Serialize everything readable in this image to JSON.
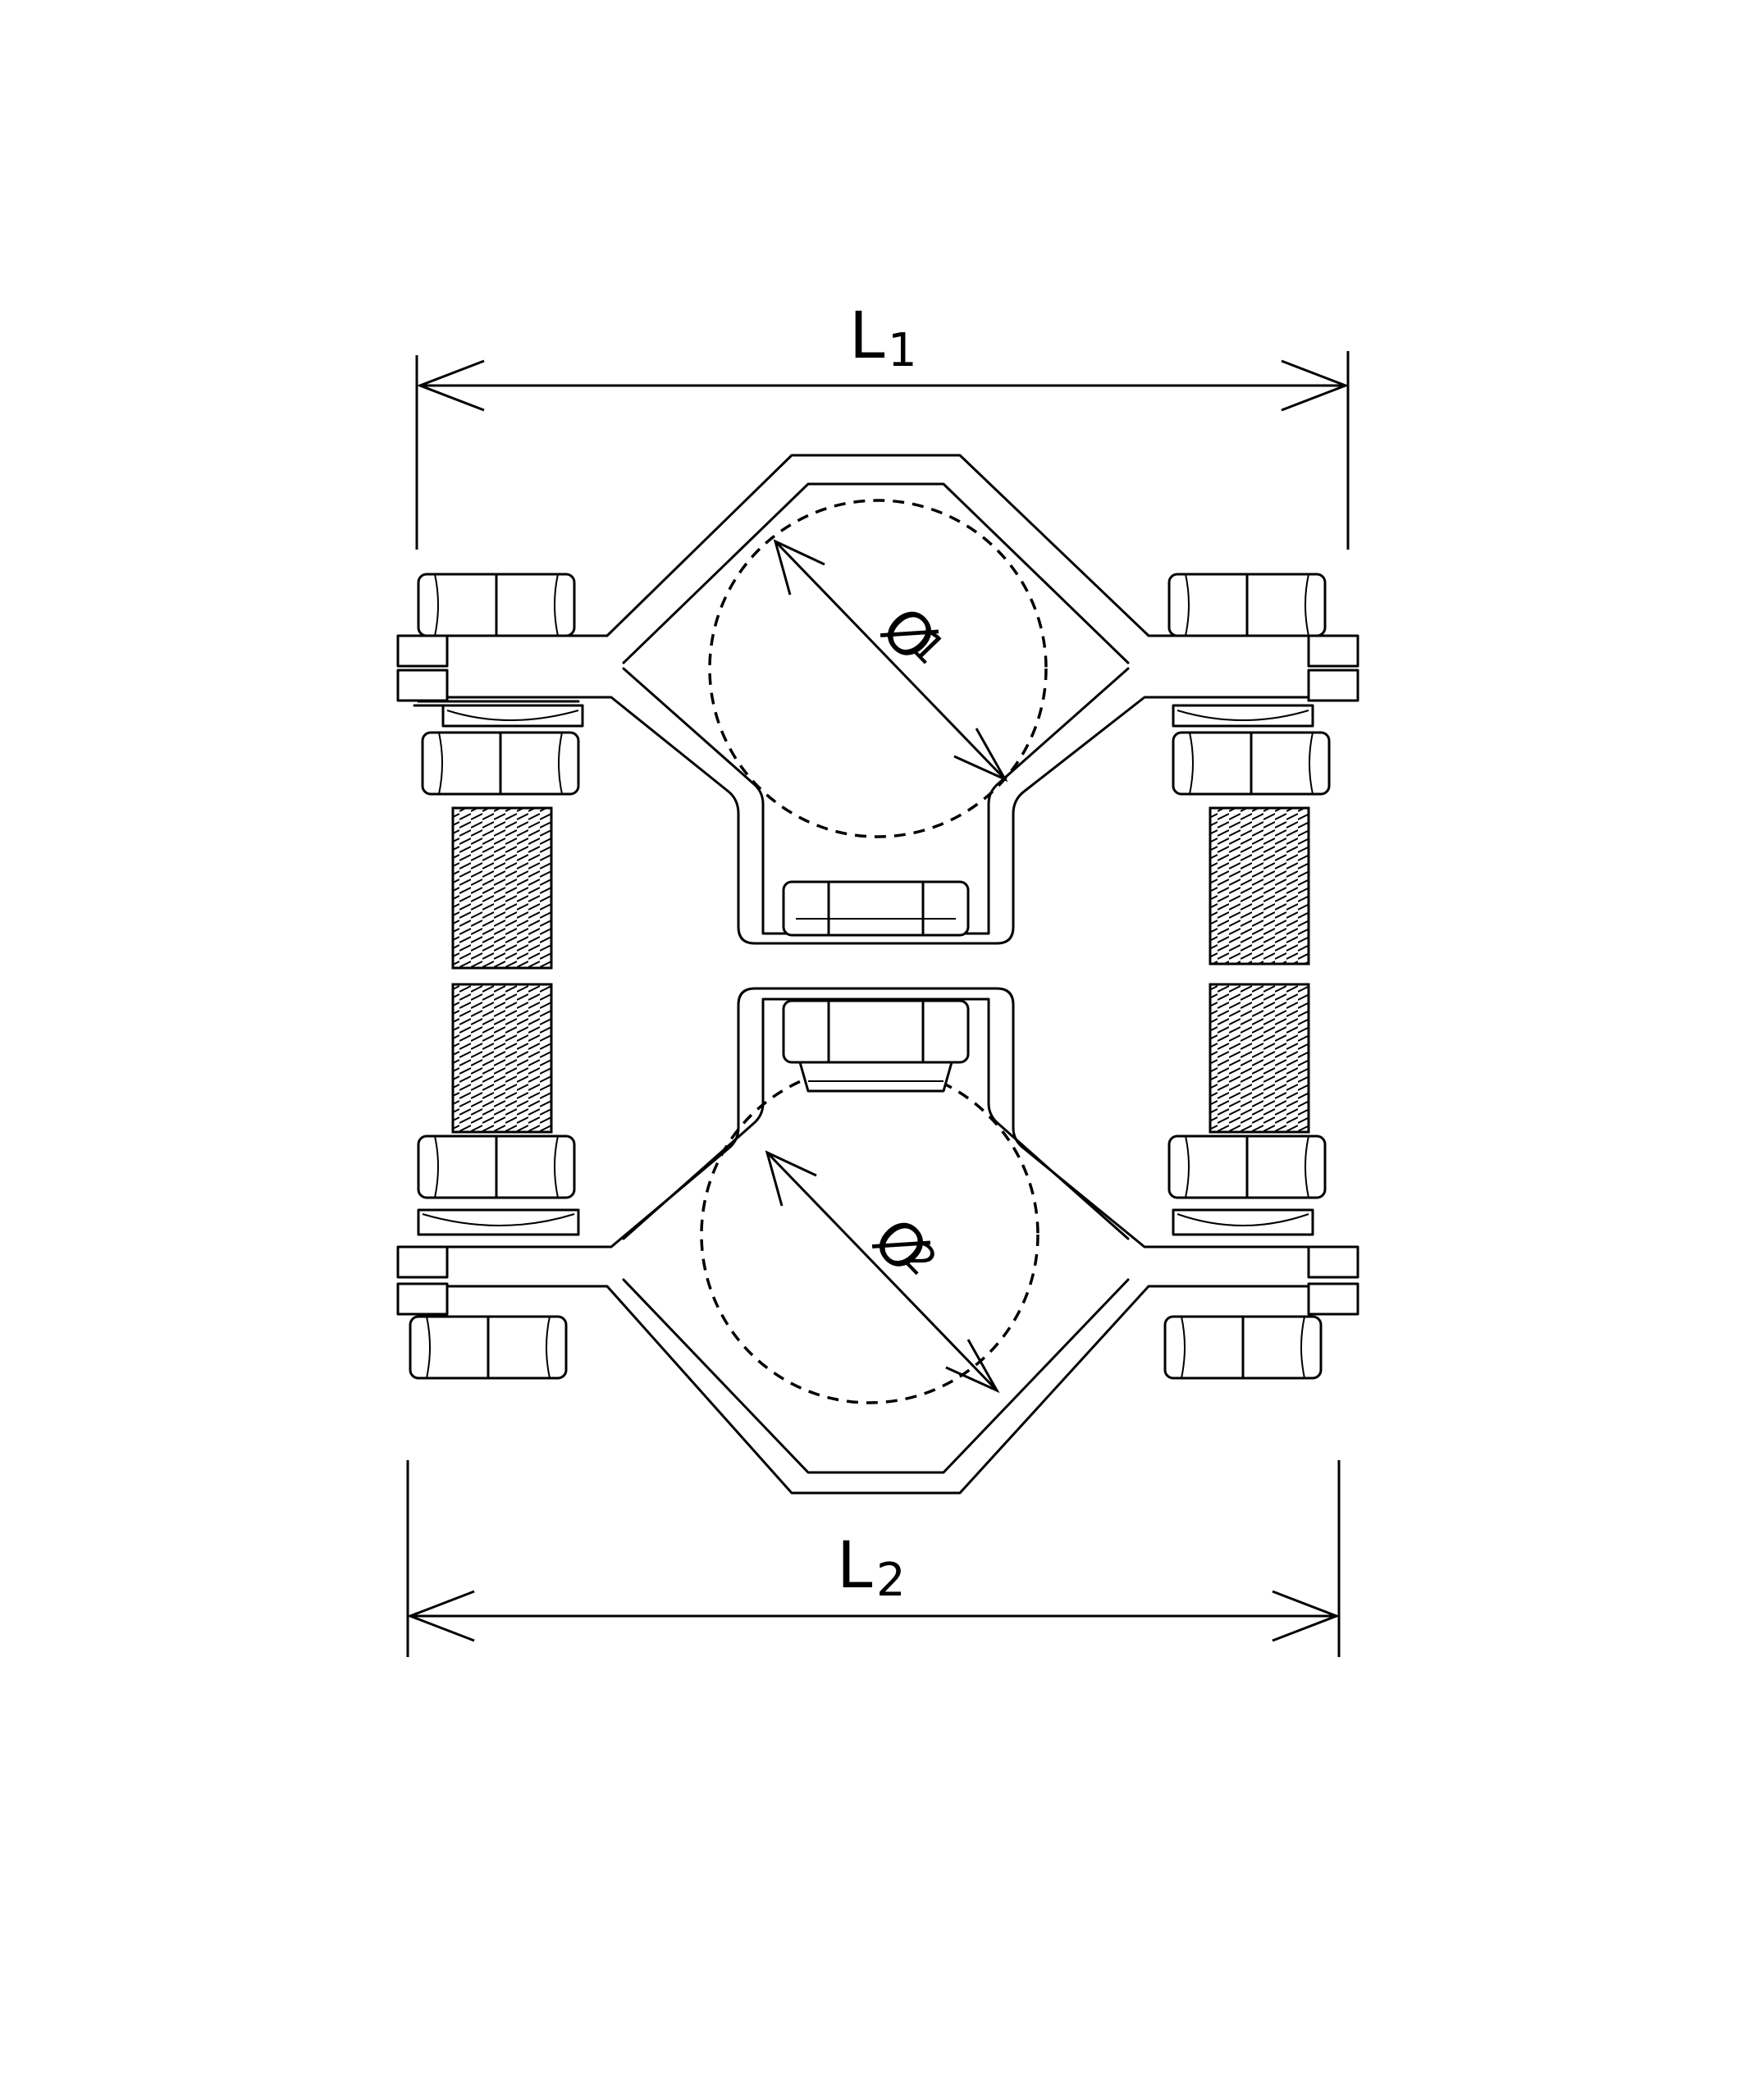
{
  "dimensions": {
    "L1": {
      "letter": "L",
      "sub": "1"
    },
    "L2": {
      "letter": "L",
      "sub": "2"
    },
    "D1": {
      "symbol": "Ø",
      "sub": "1"
    },
    "D2": {
      "symbol": "Ø",
      "sub": "2"
    }
  },
  "colors": {
    "line": "#000000",
    "background": "#ffffff"
  }
}
